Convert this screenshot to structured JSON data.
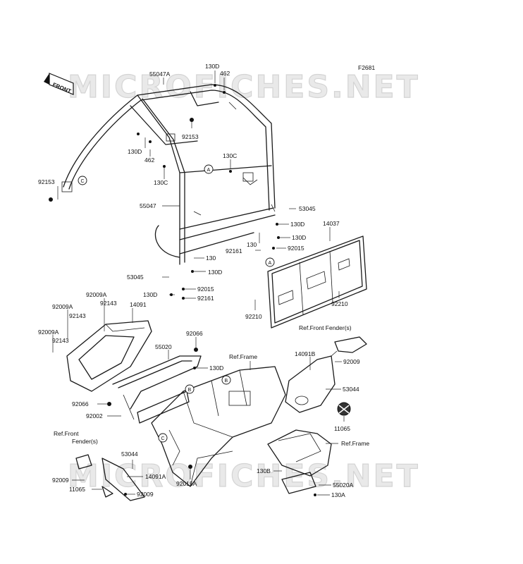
{
  "diagram": {
    "code": "F2681",
    "front_arrow": "FRONT",
    "watermark": "MICROFICHES.NET",
    "labels": [
      {
        "id": "55047A",
        "text": "55047A"
      },
      {
        "id": "130D_top",
        "text": "130D"
      },
      {
        "id": "462_top",
        "text": "462"
      },
      {
        "id": "92153_mid",
        "text": "92153"
      },
      {
        "id": "130D_left",
        "text": "130D"
      },
      {
        "id": "462_left",
        "text": "462"
      },
      {
        "id": "130C_left",
        "text": "130C"
      },
      {
        "id": "130C_right",
        "text": "130C"
      },
      {
        "id": "92153_left",
        "text": "92153"
      },
      {
        "id": "55047",
        "text": "55047"
      },
      {
        "id": "53045_right",
        "text": "53045"
      },
      {
        "id": "130D_r1",
        "text": "130D"
      },
      {
        "id": "130D_r2",
        "text": "130D"
      },
      {
        "id": "14037",
        "text": "14037"
      },
      {
        "id": "130_r",
        "text": "130"
      },
      {
        "id": "92161_r",
        "text": "92161"
      },
      {
        "id": "92015_r",
        "text": "92015"
      },
      {
        "id": "130_mid",
        "text": "130"
      },
      {
        "id": "53045_left",
        "text": "53045"
      },
      {
        "id": "130D_l2",
        "text": "130D"
      },
      {
        "id": "130D_l3",
        "text": "130D"
      },
      {
        "id": "92015_l",
        "text": "92015"
      },
      {
        "id": "92161_l",
        "text": "92161"
      },
      {
        "id": "92210_a",
        "text": "92210"
      },
      {
        "id": "92210_b",
        "text": "92210"
      },
      {
        "id": "92009A_1",
        "text": "92009A"
      },
      {
        "id": "92143_1",
        "text": "92143"
      },
      {
        "id": "14091",
        "text": "14091"
      },
      {
        "id": "92009A_2",
        "text": "92009A"
      },
      {
        "id": "92143_2",
        "text": "92143"
      },
      {
        "id": "92009A_3",
        "text": "92009A"
      },
      {
        "id": "92143_3",
        "text": "92143"
      },
      {
        "id": "92066_r",
        "text": "92066"
      },
      {
        "id": "ref_front_fender_r",
        "text": "Ref.Front Fender(s)"
      },
      {
        "id": "55020",
        "text": "55020"
      },
      {
        "id": "ref_frame_top",
        "text": "Ref.Frame"
      },
      {
        "id": "14091B",
        "text": "14091B"
      },
      {
        "id": "130D_m",
        "text": "130D"
      },
      {
        "id": "92009_r",
        "text": "92009"
      },
      {
        "id": "53044_r",
        "text": "53044"
      },
      {
        "id": "92066_l",
        "text": "92066"
      },
      {
        "id": "92002",
        "text": "92002"
      },
      {
        "id": "11065_r",
        "text": "11065"
      },
      {
        "id": "ref_front_l1",
        "text": "Ref.Front"
      },
      {
        "id": "ref_front_l2",
        "text": "Fender(s)"
      },
      {
        "id": "53044_l",
        "text": "53044"
      },
      {
        "id": "ref_frame_bottom",
        "text": "Ref.Frame"
      },
      {
        "id": "92009_l",
        "text": "92009"
      },
      {
        "id": "14091A",
        "text": "14091A"
      },
      {
        "id": "11065_l",
        "text": "11065"
      },
      {
        "id": "92015A",
        "text": "92015A"
      },
      {
        "id": "130B",
        "text": "130B"
      },
      {
        "id": "55020A",
        "text": "55020A"
      },
      {
        "id": "92009_b",
        "text": "92009"
      },
      {
        "id": "130A",
        "text": "130A"
      }
    ],
    "callouts": [
      {
        "id": "A_1",
        "text": "A"
      },
      {
        "id": "A_2",
        "text": "A"
      },
      {
        "id": "B_1",
        "text": "B"
      },
      {
        "id": "B_2",
        "text": "B"
      },
      {
        "id": "C_1",
        "text": "C"
      },
      {
        "id": "C_2",
        "text": "C"
      }
    ]
  }
}
